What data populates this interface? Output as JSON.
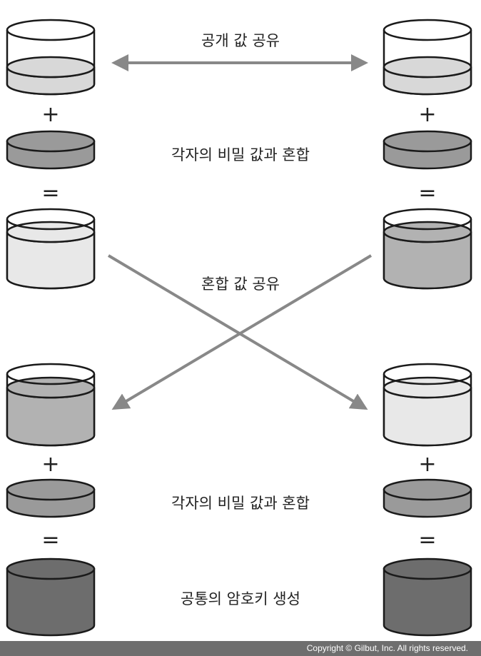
{
  "labels": {
    "share_public": "공개 값 공유",
    "mix_secret_top": "각자의 비밀 값과 혼합",
    "share_mixed": "혼합 값 공유",
    "mix_secret_bottom": "각자의 비밀 값과 혼합",
    "shared_key": "공통의 암호키 생성"
  },
  "operators": {
    "plus": "+",
    "equals": "="
  },
  "colors": {
    "outline": "#1a1a1a",
    "arrow": "#888888",
    "public_value": "#d8d8d8",
    "secret_value": "#9a9a9a",
    "mixed_left": "#e8e8e8",
    "mixed_right": "#b2b2b2",
    "shared_key": "#6d6d6d"
  },
  "footer": {
    "copyright": "Copyright © Gilbut, Inc. All rights reserved."
  }
}
